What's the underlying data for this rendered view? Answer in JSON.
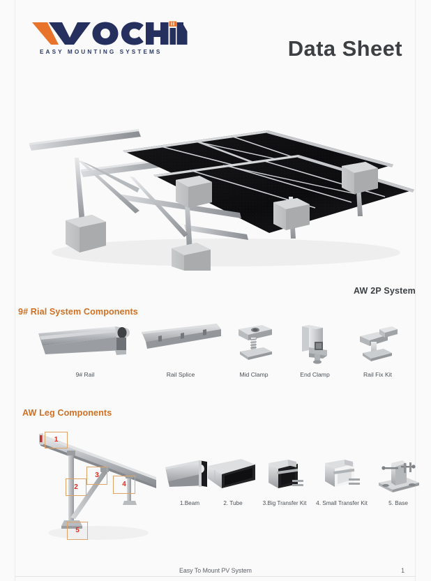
{
  "brand": {
    "logo_word": "WOCHIN",
    "logo_tagline": "EASY MOUNTING SYSTEMS",
    "logo_navy": "#2b3a67",
    "logo_orange": "#e8742c"
  },
  "header": {
    "doc_title": "Data Sheet"
  },
  "hero": {
    "caption": "AW 2P System",
    "alt": "3D render of AW 2P ground mount solar array with black PV modules on aluminium rails and concrete ballast blocks"
  },
  "sections": [
    {
      "id": "rail",
      "title": "9# Rial System Components"
    },
    {
      "id": "leg",
      "title": "AW Leg Components"
    }
  ],
  "rail_components": [
    {
      "name": "9# Rail",
      "icon": "rail-profile-icon"
    },
    {
      "name": "Rail Splice",
      "icon": "rail-splice-icon"
    },
    {
      "name": "Mid Clamp",
      "icon": "mid-clamp-icon"
    },
    {
      "name": "End Clamp",
      "icon": "end-clamp-icon"
    },
    {
      "name": "Rail Fix Kit",
      "icon": "rail-fix-kit-icon"
    }
  ],
  "leg_components": [
    {
      "name": "1.Beam",
      "icon": "beam-icon"
    },
    {
      "name": "2. Tube",
      "icon": "tube-icon"
    },
    {
      "name": "3.Big Transfer Kit",
      "icon": "big-transfer-kit-icon"
    },
    {
      "name": "4. Small Transfer Kit",
      "icon": "small-transfer-kit-icon"
    },
    {
      "name": "5. Base",
      "icon": "base-icon"
    }
  ],
  "leg_callouts": [
    {
      "number": "1"
    },
    {
      "number": "2"
    },
    {
      "number": "3"
    },
    {
      "number": "4"
    },
    {
      "number": "5"
    }
  ],
  "colors": {
    "section_heading": "#cf7023",
    "callout_border": "#e0a367",
    "callout_number": "#e02b1d",
    "page_background": "#fafafa",
    "body_text": "#4a4f55"
  },
  "footer": {
    "text": "Easy To Mount PV System",
    "page_number": "1"
  }
}
